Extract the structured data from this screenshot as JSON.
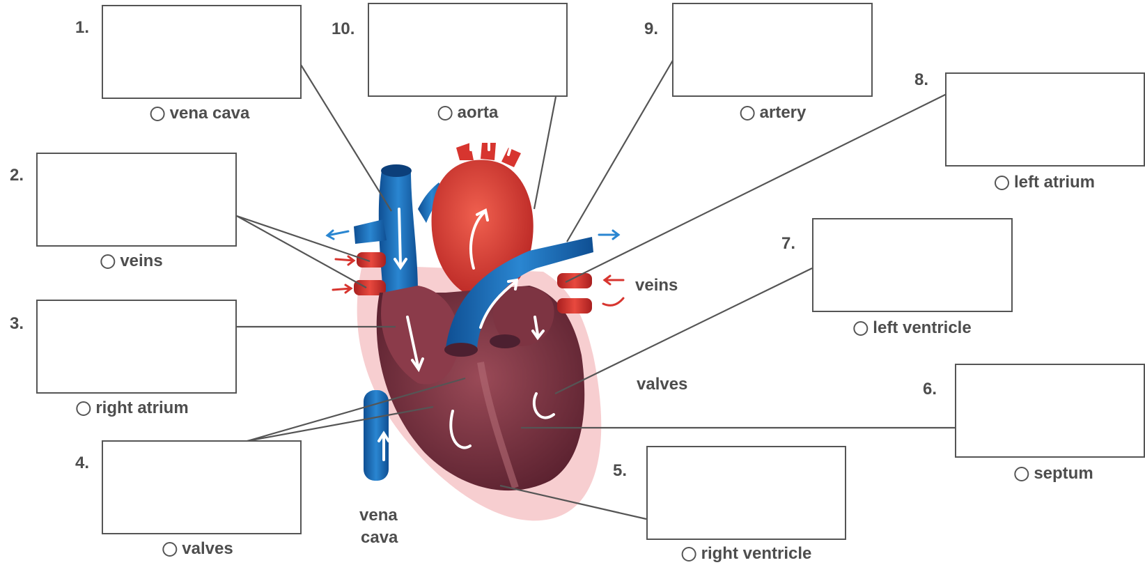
{
  "answers": [
    {
      "number": "1.",
      "option": "vena cava"
    },
    {
      "number": "2.",
      "option": "veins"
    },
    {
      "number": "3.",
      "option": "right atrium"
    },
    {
      "number": "4.",
      "option": "valves"
    },
    {
      "number": "5.",
      "option": "right ventricle"
    },
    {
      "number": "6.",
      "option": "septum"
    },
    {
      "number": "7.",
      "option": "left ventricle"
    },
    {
      "number": "8.",
      "option": "left atrium"
    },
    {
      "number": "9.",
      "option": "artery"
    },
    {
      "number": "10.",
      "option": "aorta"
    }
  ],
  "diagram_labels": {
    "veins": "veins",
    "valves": "valves",
    "vena_cava_line1": "vena",
    "vena_cava_line2": "cava"
  },
  "colors": {
    "vein_blue": "#1f6fb5",
    "artery_red": "#d7352f",
    "muscle_dark": "#7a2f3c",
    "pericardium_pink": "#f4b8bc",
    "line": "#555555"
  }
}
